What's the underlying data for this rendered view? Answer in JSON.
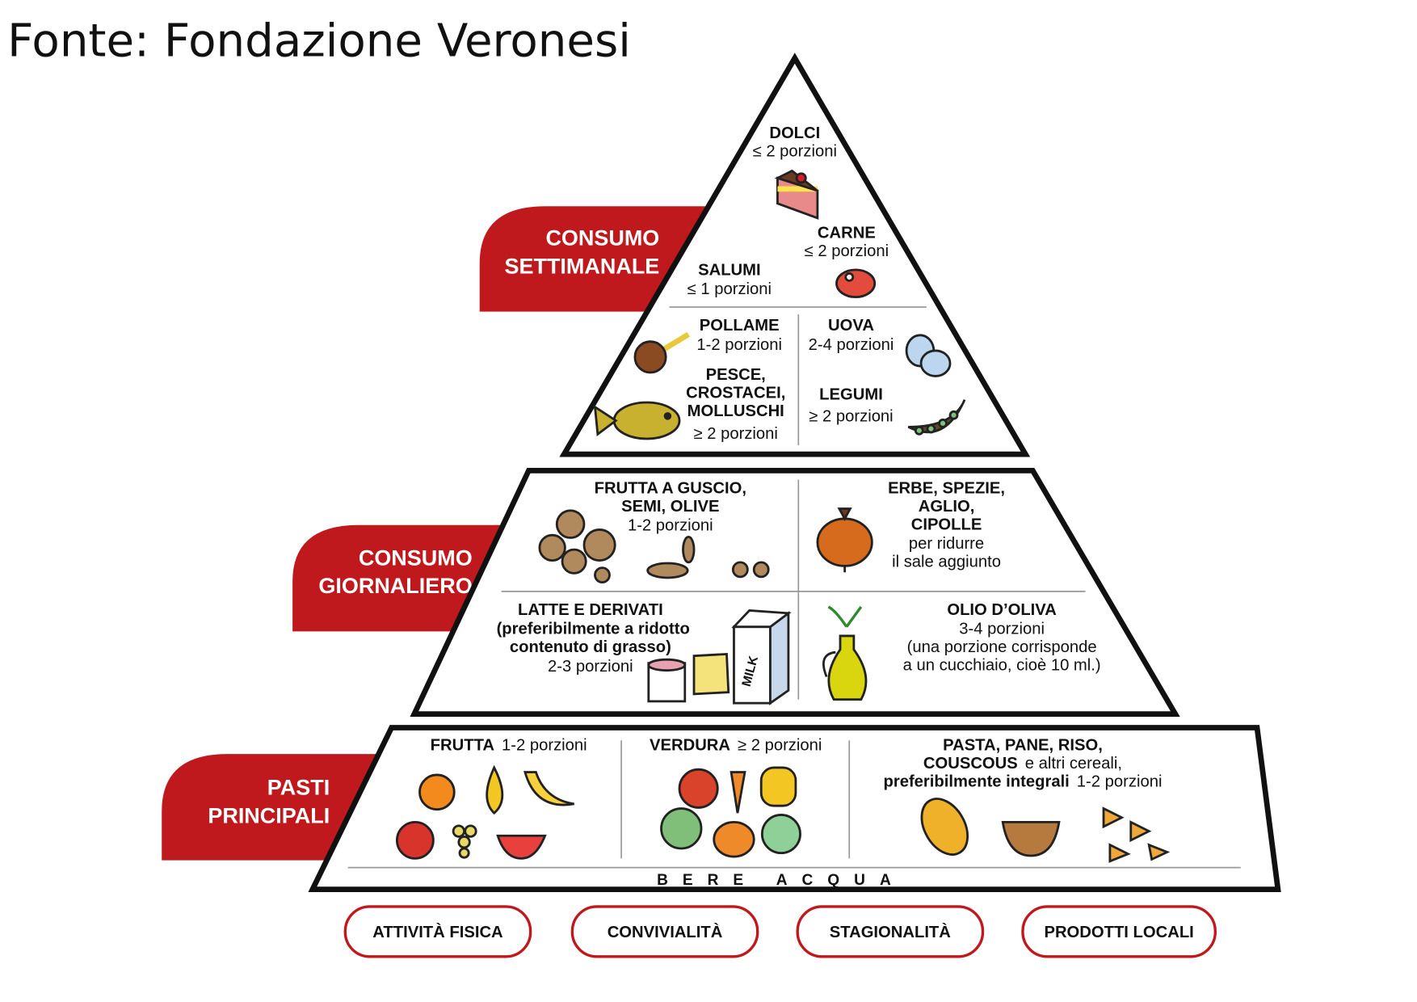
{
  "title": "Fonte: Fondazione Veronesi",
  "colors": {
    "accent": "#c0191d",
    "outline": "#111111"
  },
  "tabs": {
    "weekly": [
      "CONSUMO",
      "SETTIMANALE"
    ],
    "daily": [
      "CONSUMO",
      "GIORNALIERO"
    ],
    "main": [
      "PASTI",
      "PRINCIPALI"
    ]
  },
  "weekly": {
    "dolci": {
      "name": "DOLCI",
      "portion": "≤ 2 porzioni",
      "icon": "cake-icon"
    },
    "carne": {
      "name": "CARNE",
      "portion": "≤ 2 porzioni",
      "icon": "steak-icon"
    },
    "salumi": {
      "name": "SALUMI",
      "portion": "≤ 1 porzioni"
    },
    "pollame": {
      "name": "POLLAME",
      "portion": "1-2 porzioni",
      "icon": "chicken-leg-icon"
    },
    "uova": {
      "name": "UOVA",
      "portion": "2-4 porzioni",
      "icon": "eggs-icon"
    },
    "pesce": {
      "name": [
        "PESCE,",
        "CROSTACEI,",
        "MOLLUSCHI"
      ],
      "portion": "≥ 2 porzioni",
      "icon": "fish-icon"
    },
    "legumi": {
      "name": "LEGUMI",
      "portion": "≥ 2 porzioni",
      "icon": "peapod-icon"
    }
  },
  "daily": {
    "frutta_guscio": {
      "name": [
        "FRUTTA A GUSCIO,",
        "SEMI, OLIVE"
      ],
      "portion": "1-2 porzioni"
    },
    "erbe": {
      "name": [
        "ERBE, SPEZIE,",
        "AGLIO,",
        "CIPOLLE"
      ],
      "note": [
        "per ridurre",
        "il sale aggiunto"
      ]
    },
    "latte": {
      "name": "LATTE E DERIVATI",
      "note": [
        "(preferibilmente a ridotto",
        "contenuto di grasso)"
      ],
      "portion": "2-3 porzioni",
      "milk_label": "MILK"
    },
    "olio": {
      "name": "OLIO D’OLIVA",
      "portion": "3-4 porzioni",
      "note": [
        "(una porzione corrisponde",
        "a un cucchiaio, cioè 10 ml.)"
      ]
    }
  },
  "main": {
    "frutta": {
      "name": "FRUTTA",
      "portion": "1-2 porzioni"
    },
    "verdura": {
      "name": "VERDURA",
      "portion": "≥ 2 porzioni"
    },
    "cereali": {
      "name": [
        "PASTA, PANE, RISO,",
        "COUSCOUS",
        "e altri cereali,",
        "preferibilmente integrali"
      ],
      "portion": "1-2 porzioni"
    },
    "water": "BERE ACQUA"
  },
  "pills": [
    "ATTIVITÀ FISICA",
    "CONVIVIALITÀ",
    "STAGIONALITÀ",
    "PRODOTTI LOCALI"
  ]
}
